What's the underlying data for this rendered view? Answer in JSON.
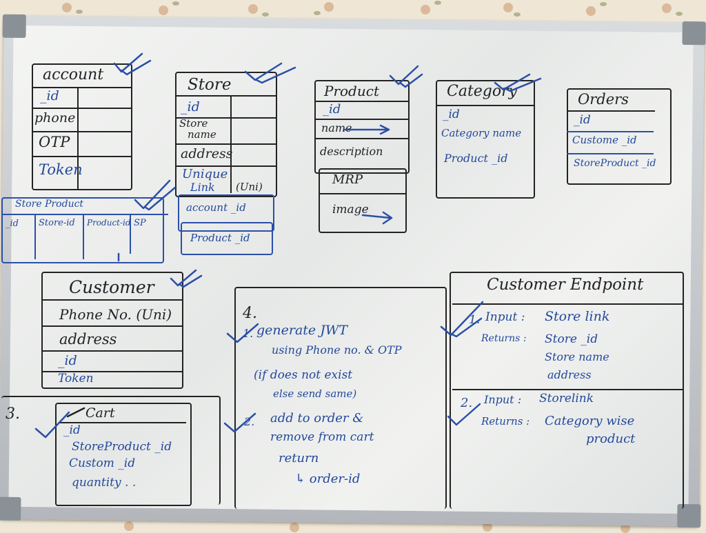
{
  "tables": {
    "account": {
      "title": "account",
      "fields": [
        "_id",
        "phone",
        "OTP",
        "Token"
      ]
    },
    "store": {
      "title": "Store",
      "fields": [
        "_id",
        "Store",
        "name",
        "address",
        "Unique",
        "Link",
        "(Uni)",
        "account _id",
        "Product _id"
      ]
    },
    "product": {
      "title": "Product",
      "fields": [
        "_id",
        "name",
        "description",
        "MRP",
        "image"
      ]
    },
    "category": {
      "title": "Category",
      "fields": [
        "_id",
        "Category name",
        "Product _id"
      ]
    },
    "orders": {
      "title": "Orders",
      "fields": [
        "_id",
        "Custome _id",
        "StoreProduct _id"
      ]
    },
    "store_product": {
      "title": "Store Product",
      "fields": [
        "_id",
        "Store-id",
        "Product-id",
        "SP"
      ]
    },
    "customer": {
      "title": "Customer",
      "fields": [
        "Phone No. (Uni)",
        "address",
        "_id",
        "Token"
      ]
    },
    "cart": {
      "number": "3.",
      "title": "Cart",
      "fields": [
        "_id",
        "StoreProduct _id",
        "Custom _id",
        "quantity . ."
      ]
    }
  },
  "auth_section": {
    "number": "4.",
    "steps": [
      {
        "index": "1.",
        "lines": [
          "generate JWT",
          "using Phone no. & OTP",
          "(if does not exist",
          "else send same)"
        ]
      },
      {
        "index": "2.",
        "lines": [
          "add to order &",
          "remove from cart",
          "return",
          "↳ order-id"
        ]
      }
    ]
  },
  "customer_endpoint": {
    "title": "Customer Endpoint",
    "items": [
      {
        "index": "1.",
        "input_label": "Input :",
        "input": "Store link",
        "returns_label": "Returns :",
        "returns": [
          "Store _id",
          "Store name",
          "address"
        ]
      },
      {
        "index": "2.",
        "input_label": "Input :",
        "input": "Storelink",
        "returns_label": "Returns :",
        "returns": [
          "Category wise",
          "product"
        ]
      }
    ]
  },
  "colors": {
    "black_marker": "#1f2226",
    "blue_marker": "#23489c"
  }
}
